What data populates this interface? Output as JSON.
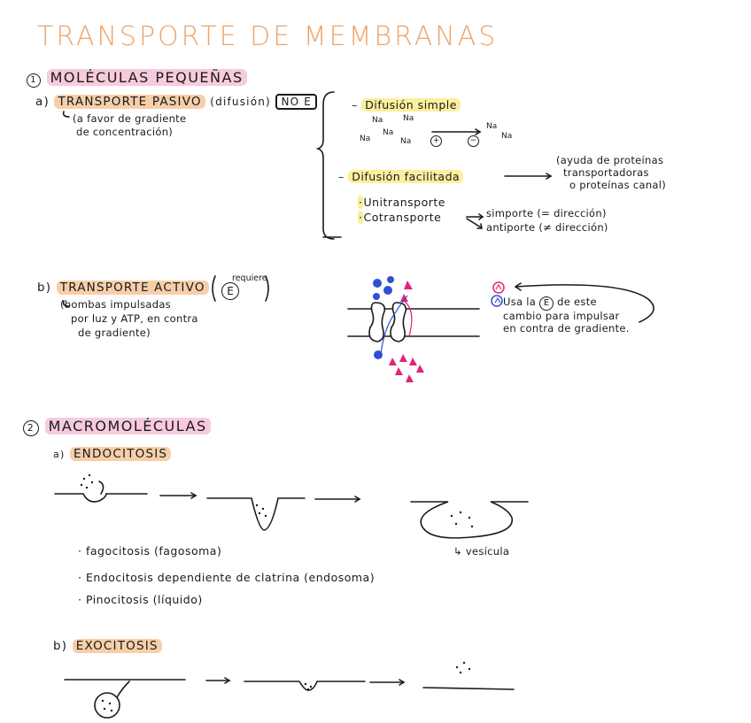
{
  "title": "TRANSPORTE DE MEMBRANAS",
  "section1": {
    "number": "1",
    "heading": "MOLÉCULAS PEQUEÑAS",
    "passive": {
      "letter": "a)",
      "label": "TRANSPORTE PASIVO",
      "paren": "(difusión)",
      "no_e": "NO E",
      "note_line1": "(a favor de gradiente",
      "note_line2": "de concentración)"
    },
    "simple": {
      "label": "Difusión simple",
      "na": "Na",
      "plus": "+",
      "minus": "−"
    },
    "facilitated": {
      "label": "Difusión facilitada",
      "note_line1": "(ayuda de proteínas",
      "note_line2": "transportadoras",
      "note_line3": "o proteínas canal)",
      "unitransport": "Unitransporte",
      "cotransport": "Cotransporte",
      "symport": "simporte (= dirección)",
      "antiport": "antiporte (≠ dirección)"
    },
    "active": {
      "letter": "b)",
      "label": "TRANSPORTE ACTIVO",
      "energy": "E",
      "requires": "requiere",
      "note_line1": "(bombas impulsadas",
      "note_line2": "por luz y ATP, en contra",
      "note_line3": "de gradiente)",
      "explain_line1": "Usa la",
      "explain_e": "E",
      "explain_line1b": "de este",
      "explain_line2": "cambio para impulsar",
      "explain_line3": "en contra de gradiente."
    }
  },
  "section2": {
    "number": "2",
    "heading": "MACROMOLÉCULAS",
    "endo": {
      "letter": "a)",
      "label": "ENDOCITOSIS",
      "vesicle": "vesícula",
      "items": [
        "· fagocitosis (fagosoma)",
        "· Endocitosis dependiente de clatrina (endosoma)",
        "· Pinocitosis (líquido)"
      ]
    },
    "exo": {
      "letter": "b)",
      "label": "EXOCITOSIS"
    }
  },
  "colors": {
    "title": "#eda46a",
    "pink": "#f7cbdd",
    "peach": "#f6cfa9",
    "yellow": "#fbef9e",
    "magenta": "#e0237a",
    "blue": "#2f4fd6"
  }
}
